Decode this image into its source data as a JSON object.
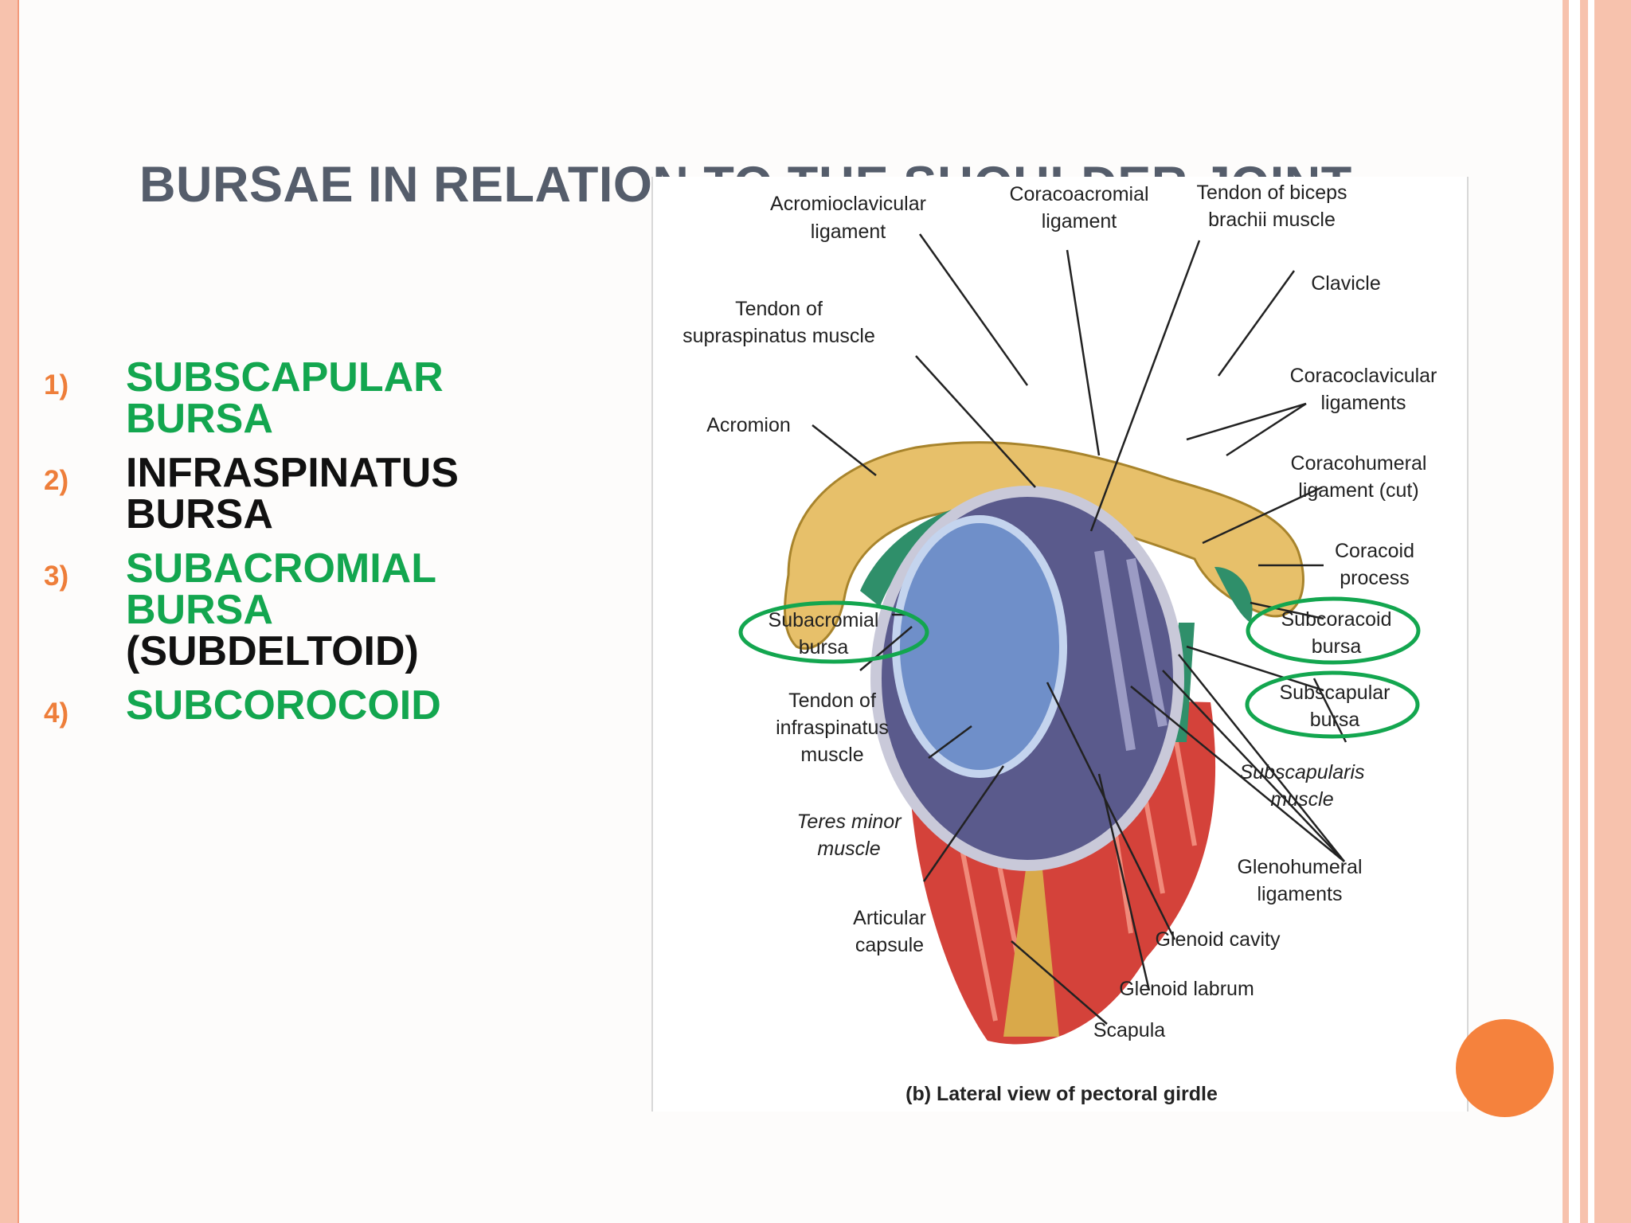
{
  "slide": {
    "title": "BURSAE  IN RELATION TO THE SHOULDER JOINT",
    "list": [
      {
        "number": "1)",
        "lines": [
          {
            "text": "SUBSCAPULAR",
            "color": "#13a64f"
          },
          {
            "text": "BURSA",
            "color": "#13a64f"
          }
        ]
      },
      {
        "number": "2)",
        "lines": [
          {
            "text": "INFRASPINATUS",
            "color": "#111111"
          },
          {
            "text": "BURSA",
            "color": "#111111"
          }
        ]
      },
      {
        "number": "3)",
        "lines": [
          {
            "text": "SUBACROMIAL",
            "color": "#13a64f"
          },
          {
            "text": "BURSA",
            "color": "#13a64f"
          },
          {
            "text": "(SUBDELTOID)",
            "color": "#111111"
          }
        ]
      },
      {
        "number": "4)",
        "lines": [
          {
            "text": "SUBCOROCOID",
            "color": "#13a64f"
          }
        ]
      }
    ]
  },
  "figure": {
    "caption": "(b) Lateral view of pectoral girdle",
    "labels": {
      "acromioclavicular_1": "Acromioclavicular",
      "acromioclavicular_2": "ligament",
      "coracoacromial_1": "Coracoacromial",
      "coracoacromial_2": "ligament",
      "biceps_1": "Tendon of biceps",
      "biceps_2": "brachii muscle",
      "clavicle": "Clavicle",
      "supraspinatus_1": "Tendon of",
      "supraspinatus_2": "supraspinatus muscle",
      "coracoclavicular_1": "Coracoclavicular",
      "coracoclavicular_2": "ligaments",
      "acromion": "Acromion",
      "coracohumeral_1": "Coracohumeral",
      "coracohumeral_2": "ligament (cut)",
      "coracoid_1": "Coracoid",
      "coracoid_2": "process",
      "subacromial_1": "Subacromial",
      "subacromial_2": "bursa",
      "subcoracoid_1": "Subcoracoid",
      "subcoracoid_2": "bursa",
      "subscapular_1": "Subscapular",
      "subscapular_2": "bursa",
      "infraspinatus_1": "Tendon of",
      "infraspinatus_2": "infraspinatus",
      "infraspinatus_3": "muscle",
      "subscapularis_1": "Subscapularis",
      "subscapularis_2": "muscle",
      "teres_1": "Teres minor",
      "teres_2": "muscle",
      "glenohumeral_1": "Glenohumeral",
      "glenohumeral_2": "ligaments",
      "articular_1": "Articular",
      "articular_2": "capsule",
      "glenoid_cavity": "Glenoid cavity",
      "glenoid_labrum": "Glenoid labrum",
      "scapula": "Scapula"
    }
  },
  "colors": {
    "accent": "#f5823d",
    "frame": "#f7c2ad",
    "highlight_green": "#13a64f",
    "title_gray": "#555d6b"
  }
}
